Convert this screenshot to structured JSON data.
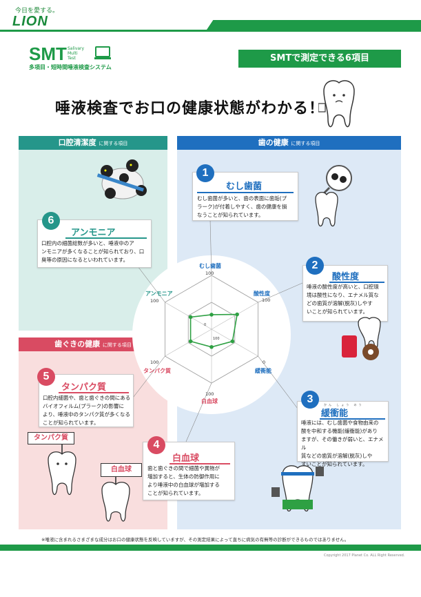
{
  "header": {
    "tagline": "今日を愛する。",
    "logo": "LION"
  },
  "smt": {
    "logo": "SMT",
    "subtitle_lines": [
      "Salivary",
      "Multi",
      "Test"
    ],
    "caption": "多項目・短時間唾液検査システム",
    "banner": "SMTで測定できる6項目"
  },
  "page_title": "唾液検査でお口の健康状態がわかる！",
  "sections": {
    "oral_cleanliness": {
      "title": "口腔清潔度",
      "suffix": "に関する項目"
    },
    "tooth_health": {
      "title": "歯の健康",
      "suffix": "に関する項目"
    },
    "gum_health": {
      "title": "歯ぐきの健康",
      "suffix": "に関する項目"
    }
  },
  "cards": [
    {
      "num": "1",
      "title": "むし歯菌",
      "text": [
        "むし歯菌が多いと、歯の表面に歯垢(プ",
        "ラーク)が付着しやすく、歯の健康を損",
        "なうことが知られています。"
      ]
    },
    {
      "num": "2",
      "title": "酸性度",
      "text": [
        "唾液の酸性度が高いと、口腔環",
        "境は酸性になり、エナメル質な",
        "どの歯質が溶解(脱灰)しやす",
        "いことが知られています。"
      ]
    },
    {
      "num": "3",
      "title": "緩衝能",
      "ruby": "かん しょう のう",
      "text": [
        "唾液には、むし歯菌や食物由来の",
        "酸を中和する機能(緩衝能)があり",
        "ますが、その働きが弱いと、エナメル",
        "質などの歯質が溶解(脱灰)しや",
        "すいことが知られています。"
      ]
    },
    {
      "num": "4",
      "title": "白血球",
      "text": [
        "歯と歯ぐきの間で細菌や異物が",
        "増加すると、生体の防御作用に",
        "より唾液中の白血球が増加する",
        "ことが知られています。"
      ]
    },
    {
      "num": "5",
      "title": "タンパク質",
      "text": [
        "口腔内細菌や、歯と歯ぐきの間にある",
        "バイオフィルム(プラーク)の影響に",
        "より、唾液中のタンパク質が多くなる",
        "ことが知られています。"
      ]
    },
    {
      "num": "6",
      "title": "アンモニア",
      "text": [
        "口腔内の細菌総数が多いと、唾液中のア",
        "ンモニアが多くなることが知られており、口",
        "臭等の原因になるといわれています。"
      ]
    }
  ],
  "signs": {
    "protein": "タンパク質",
    "wbc": "白血球"
  },
  "chart_data": {
    "type": "radar",
    "axes": [
      "むし歯菌",
      "酸性度",
      "緩衝能",
      "白血球",
      "タンパク質",
      "アンモニア"
    ],
    "axis_colors": [
      "#1f6fbf",
      "#1f6fbf",
      "#1f6fbf",
      "#d94b62",
      "#d94b62",
      "#25968a"
    ],
    "axis_max_labels": [
      "100",
      "100",
      "0",
      "100",
      "100",
      "100"
    ],
    "inner_labels": [
      "0",
      "100"
    ],
    "values": [
      0.27,
      0.55,
      0.45,
      0.33,
      0.45,
      0.45
    ],
    "series_color": "#2ea043"
  },
  "footnote": "※唾液に含まれるさまざまな成分はお口の健康状態を反映していますが、その測定結果によって直ちに病気の有無等の診断ができるものではありません。",
  "copyright": "Copyright 2017 Planet Co. ALL Right Reserved."
}
